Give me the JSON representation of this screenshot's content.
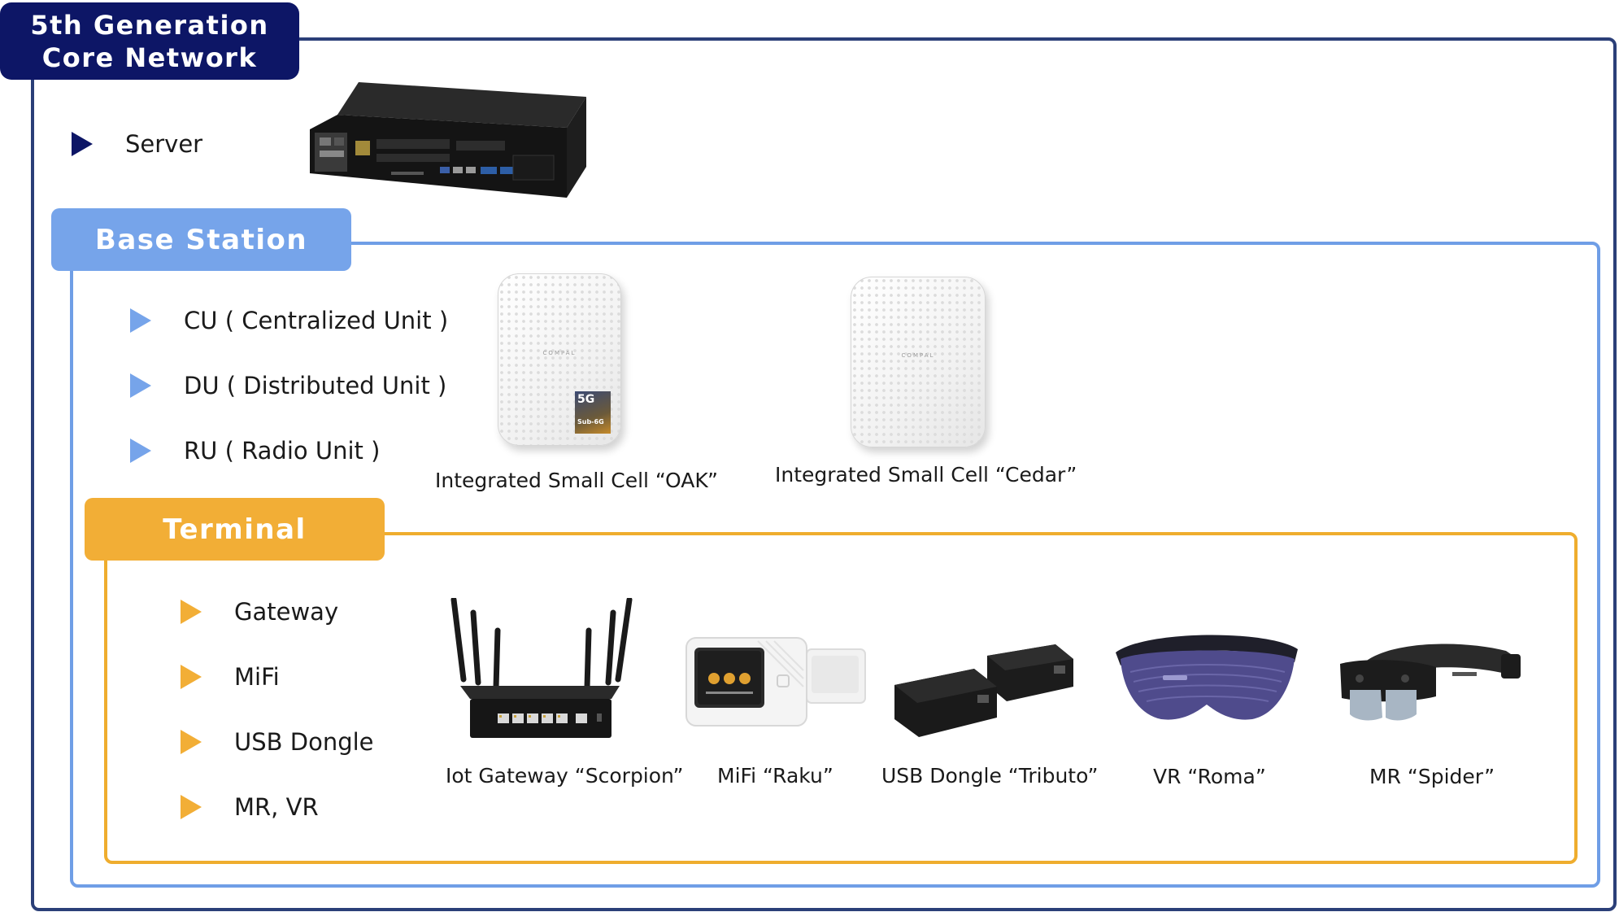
{
  "core": {
    "title_line1": "5th Generation",
    "title_line2": "Core Network",
    "items": [
      {
        "label": "Server"
      }
    ]
  },
  "base": {
    "title": "Base Station",
    "items": [
      {
        "label": "CU ( Centralized Unit )"
      },
      {
        "label": "DU ( Distributed Unit )"
      },
      {
        "label": "RU ( Radio Unit )"
      }
    ],
    "products": [
      {
        "caption": "Integrated Small Cell “OAK”",
        "badge_top": "5G",
        "badge_bottom": "Sub-6G"
      },
      {
        "caption": "Integrated Small Cell “Cedar”"
      }
    ]
  },
  "terminal": {
    "title": "Terminal",
    "items": [
      {
        "label": "Gateway"
      },
      {
        "label": "MiFi"
      },
      {
        "label": "USB Dongle"
      },
      {
        "label": "MR, VR"
      }
    ],
    "products": [
      {
        "caption": "Iot Gateway “Scorpion”"
      },
      {
        "caption": "MiFi “Raku”"
      },
      {
        "caption": "USB Dongle “Tributo”"
      },
      {
        "caption": "VR “Roma”"
      },
      {
        "caption": "MR “Spider”"
      }
    ]
  },
  "colors": {
    "core": "#0d1666",
    "base": "#76a4ea",
    "terminal": "#f2ae36"
  },
  "icons": [
    "server-image",
    "small-cell-image",
    "router-image",
    "mifi-image",
    "usb-dongle-image",
    "vr-headset-image",
    "mr-headset-image"
  ]
}
